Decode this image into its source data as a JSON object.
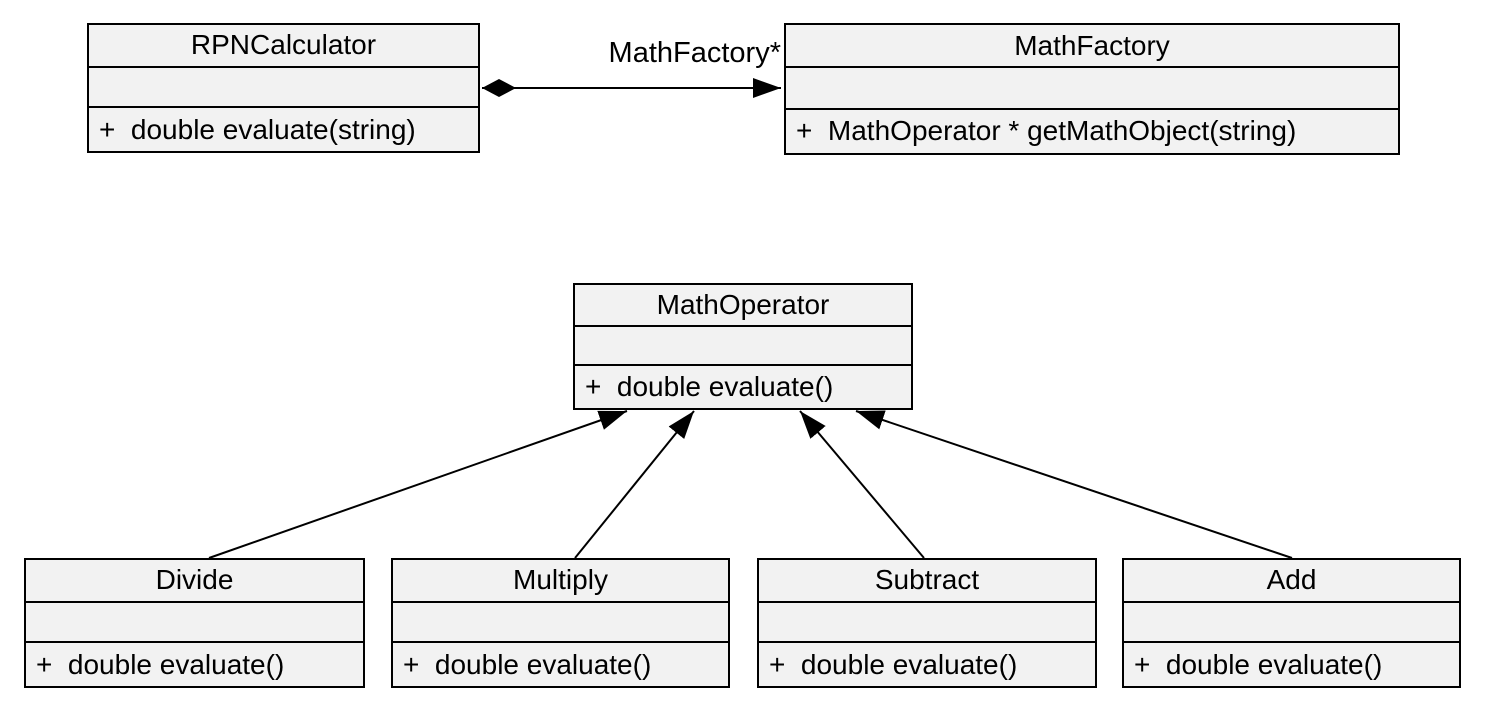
{
  "diagram": {
    "type": "uml-class-diagram",
    "colors": {
      "background": "#ffffff",
      "box_fill": "#f2f2f2",
      "stroke": "#000000"
    },
    "classes": {
      "rpncalculator": {
        "name": "RPNCalculator",
        "attributes": "",
        "method": "+  double evaluate(string)"
      },
      "mathfactory": {
        "name": "MathFactory",
        "attributes": "",
        "method": "+  MathOperator * getMathObject(string)"
      },
      "mathoperator": {
        "name": "MathOperator",
        "attributes": "",
        "method": "+  double evaluate()"
      },
      "divide": {
        "name": "Divide",
        "attributes": "",
        "method": "+  double evaluate()"
      },
      "multiply": {
        "name": "Multiply",
        "attributes": "",
        "method": "+  double evaluate()"
      },
      "subtract": {
        "name": "Subtract",
        "attributes": "",
        "method": "+  double evaluate()"
      },
      "add": {
        "name": "Add",
        "attributes": "",
        "method": "+  double evaluate()"
      }
    },
    "relationships": {
      "composition": {
        "from": "RPNCalculator",
        "to": "MathFactory",
        "label": "MathFactory*",
        "source_adornment": "filled-diamond",
        "target_adornment": "filled-arrow"
      },
      "generalizations": [
        {
          "from": "Divide",
          "to": "MathOperator"
        },
        {
          "from": "Multiply",
          "to": "MathOperator"
        },
        {
          "from": "Subtract",
          "to": "MathOperator"
        },
        {
          "from": "Add",
          "to": "MathOperator"
        }
      ]
    }
  }
}
